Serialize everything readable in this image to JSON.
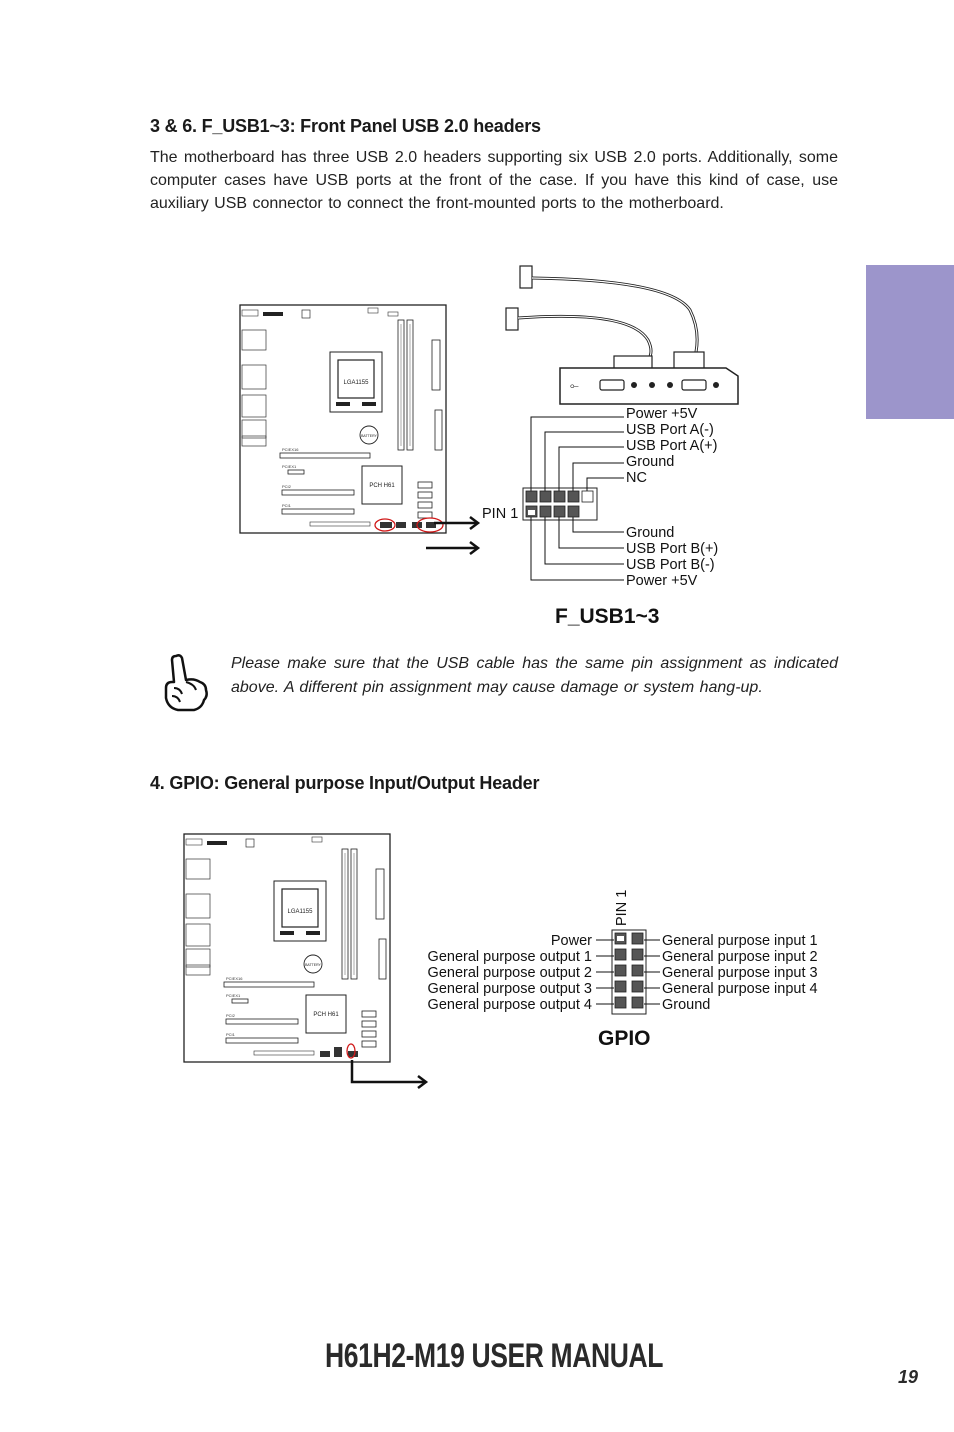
{
  "section_usb": {
    "heading": "3 & 6. F_USB1~3: Front Panel USB 2.0 headers",
    "body": "The motherboard has three USB 2.0 headers supporting six USB 2.0 ports. Additionally, some computer cases have USB ports at the front of the case. If you have this kind of case, use auxiliary USB connector to connect the front-mounted ports to the motherboard.",
    "diagram_title": "F_USB1~3",
    "pin1_label": "PIN 1",
    "pins_top": [
      "Power +5V",
      "USB Port A(-)",
      "USB Port A(+)",
      "Ground",
      "NC"
    ],
    "pins_bottom": [
      "Ground",
      "USB Port B(+)",
      "USB Port B(-)",
      "Power +5V"
    ],
    "board": {
      "cpu_label": "LGA1155",
      "chipset_label": "PCH H61",
      "battery_label": "BATTERY",
      "slot_labels": [
        "PCIEX16",
        "PCIEX1",
        "PCI2",
        "PCI1"
      ]
    }
  },
  "note": {
    "icon": "pointing-hand-icon",
    "text": "Please make sure that the USB cable has the same pin assignment as indicated above. A different pin assignment may cause damage or system hang-up."
  },
  "section_gpio": {
    "heading": "4. GPIO: General purpose Input/Output Header",
    "diagram_title": "GPIO",
    "pin1_label": "PIN 1",
    "left_pins": [
      "Power",
      "General purpose output 1",
      "General purpose output 2",
      "General purpose output 3",
      "General purpose output 4"
    ],
    "right_pins": [
      "General purpose input 1",
      "General purpose input 2",
      "General purpose input 3",
      "General purpose input 4",
      "Ground"
    ],
    "board": {
      "cpu_label": "LGA1155",
      "chipset_label": "PCH H61",
      "battery_label": "BATTERY",
      "slot_labels": [
        "PCIEX16",
        "PCIEX1",
        "PCI2",
        "PCI1"
      ]
    }
  },
  "footer": {
    "title": "H61H2-M19 USER MANUAL",
    "page_number": "19"
  },
  "colors": {
    "side_tab": "#9c95cb",
    "highlight": "#d01818"
  }
}
